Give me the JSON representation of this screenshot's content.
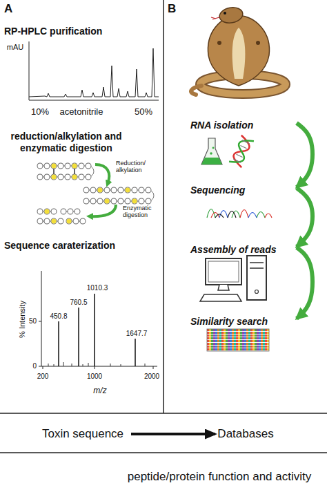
{
  "diagram": {
    "nodes": [
      {
        "text": [
          "A"
        ]
      },
      {
        "text": [
          "RP-HPLC purification"
        ],
        "in": 0
      },
      {
        "text": [
          "reduction/alkylation and enzymatic digestion"
        ],
        "in": 0
      },
      {
        "text": [
          "Sequence caraterization"
        ],
        "in": 0
      },
      {
        "text": [
          "B"
        ]
      },
      {
        "text": [
          "RNA isolation"
        ],
        "in": 4
      },
      {
        "text": [
          "Sequencing"
        ],
        "in": 4
      },
      {
        "text": [
          "Assembly of reads"
        ],
        "in": 4
      },
      {
        "text": [
          "Similarity search"
        ],
        "in": 4
      },
      {
        "text": [
          "Toxin sequence"
        ]
      },
      {
        "text": [
          "Databases"
        ]
      }
    ],
    "edges": [
      {
        "from": 5,
        "to": 6,
        "arrow": "to"
      },
      {
        "from": 6,
        "to": 7,
        "arrow": "to"
      },
      {
        "from": 7,
        "to": 8,
        "arrow": "to"
      },
      {
        "from": 9,
        "to": 10,
        "arrow": "to"
      }
    ],
    "labels": [
      "mAU",
      "10%",
      "acetonitrile",
      "50%",
      "Reduction/ alkylation",
      "Enzymatic digestion",
      "% Intensity",
      "50",
      "0",
      "450.8",
      "760.5",
      "1010.3",
      "1647.7",
      "200",
      "1000",
      "2000",
      "m/z",
      "peptide/protein function and activity"
    ]
  }
}
